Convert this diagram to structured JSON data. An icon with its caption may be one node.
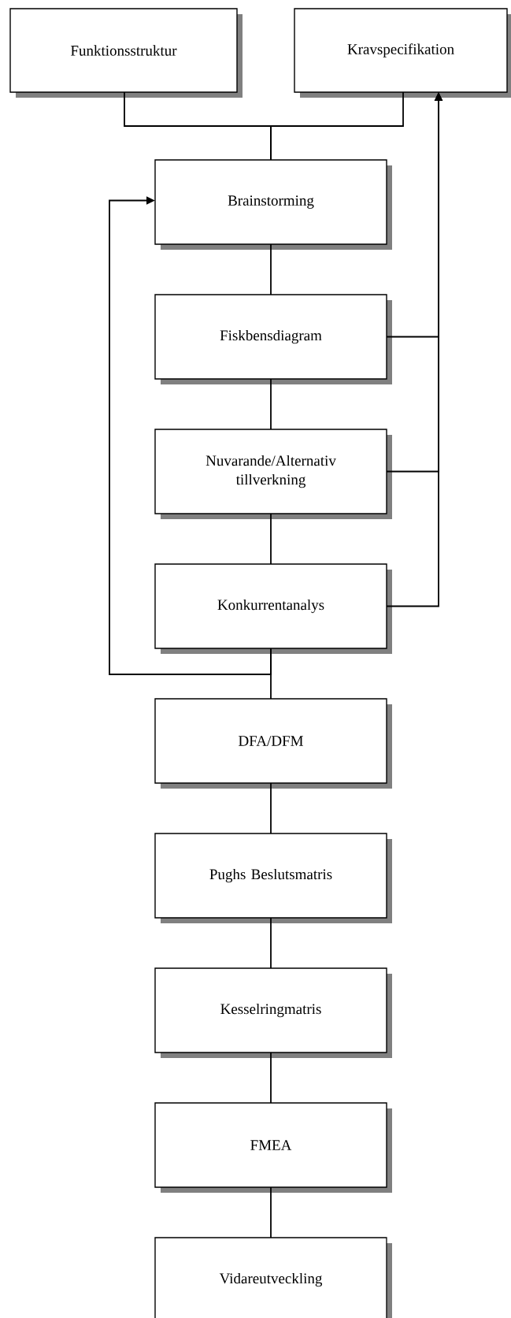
{
  "diagram": {
    "nodes": [
      {
        "text": [
          "Funktionsstruktur"
        ]
      },
      {
        "text": [
          "Kravspecifikation"
        ]
      },
      {
        "text": [
          "Brainstorming"
        ]
      },
      {
        "text": [
          "Fiskbensdiagram"
        ]
      },
      {
        "text": [
          "Nuvarande/Alternativ tillverkning"
        ]
      },
      {
        "text": [
          "Konkurrentanalys"
        ]
      },
      {
        "text": [
          "DFA/DFM"
        ]
      },
      {
        "text": [
          "Pughs Beslutsmatris"
        ]
      },
      {
        "text": [
          "Kesselringmatris"
        ]
      },
      {
        "text": [
          "FMEA"
        ]
      },
      {
        "text": [
          "Vidareutveckling"
        ]
      }
    ],
    "edges": [
      {
        "from": 0,
        "to": 2,
        "arrow": "none"
      },
      {
        "from": 1,
        "to": 2,
        "arrow": "none"
      },
      {
        "from": 2,
        "to": 3,
        "arrow": "none"
      },
      {
        "from": 3,
        "to": 4,
        "arrow": "none"
      },
      {
        "from": 4,
        "to": 5,
        "arrow": "none"
      },
      {
        "from": 5,
        "to": 6,
        "arrow": "none"
      },
      {
        "from": 6,
        "to": 7,
        "arrow": "none"
      },
      {
        "from": 7,
        "to": 8,
        "arrow": "none"
      },
      {
        "from": 8,
        "to": 9,
        "arrow": "none"
      },
      {
        "from": 9,
        "to": 10,
        "arrow": "none"
      },
      {
        "from": 3,
        "to": 1,
        "arrow": "to"
      },
      {
        "from": 4,
        "to": 1,
        "arrow": "to"
      },
      {
        "from": 5,
        "to": 1,
        "arrow": "to"
      },
      {
        "from": 5,
        "to": 2,
        "arrow": "to"
      }
    ]
  }
}
